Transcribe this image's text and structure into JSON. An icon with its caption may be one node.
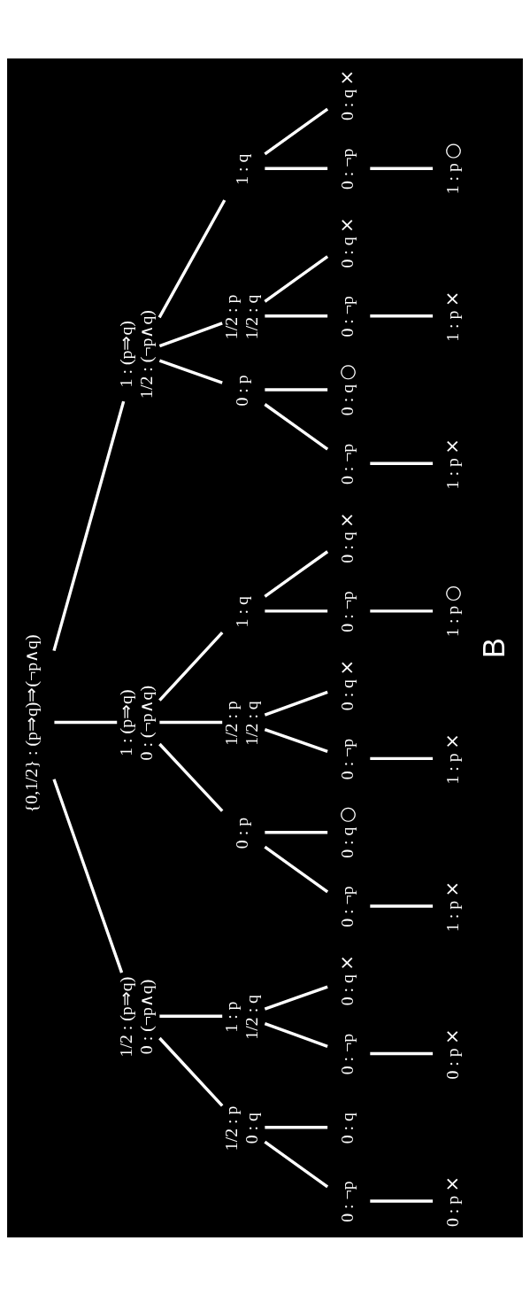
{
  "diagram": {
    "caption": "B",
    "nodes": [
      {
        "text": [
          "{0,1/2} : (p⇒q)⇒(¬p∧q)"
        ]
      },
      {
        "text": [
          "1/2 : (p⇒q)",
          "0 : (¬p∧q)"
        ]
      },
      {
        "text": [
          "1 : (p⇒q)",
          "0 : (¬p∧q)"
        ]
      },
      {
        "text": [
          "1 : (p⇒q)",
          "1/2 : (¬p∧q)"
        ]
      },
      {
        "text": [
          "1/2 : p",
          "0 : q"
        ]
      },
      {
        "text": [
          "1 : p",
          "1/2 : q"
        ]
      },
      {
        "text": [
          "0 : p"
        ]
      },
      {
        "text": [
          "1/2 : p",
          "1/2 : q"
        ]
      },
      {
        "text": [
          "1 : q"
        ]
      },
      {
        "text": [
          "0 : p"
        ]
      },
      {
        "text": [
          "1/2 : p",
          "1/2 : q"
        ]
      },
      {
        "text": [
          "1 : q"
        ]
      },
      {
        "text": [
          "0 : ¬p"
        ]
      },
      {
        "text": [
          "0 : q"
        ]
      },
      {
        "text": [
          "0 : ¬p"
        ]
      },
      {
        "text": [
          "0 : q"
        ],
        "beside": [
          "×"
        ]
      },
      {
        "text": [
          "0 : ¬p"
        ]
      },
      {
        "text": [
          "0 : q"
        ],
        "beside": [
          "○"
        ]
      },
      {
        "text": [
          "0 : ¬p"
        ]
      },
      {
        "text": [
          "0 : q"
        ],
        "beside": [
          "×"
        ]
      },
      {
        "text": [
          "0 : ¬p"
        ]
      },
      {
        "text": [
          "0 : q"
        ],
        "beside": [
          "×"
        ]
      },
      {
        "text": [
          "0 : ¬p"
        ]
      },
      {
        "text": [
          "0 : q"
        ],
        "beside": [
          "○"
        ]
      },
      {
        "text": [
          "0 : ¬p"
        ]
      },
      {
        "text": [
          "0 : q"
        ],
        "beside": [
          "×"
        ]
      },
      {
        "text": [
          "0 : ¬p"
        ]
      },
      {
        "text": [
          "0 : q"
        ],
        "beside": [
          "×"
        ]
      },
      {
        "text": [
          "0 : p"
        ],
        "beside": [
          "×"
        ]
      },
      {
        "text": [
          "0 : p"
        ],
        "beside": [
          "×"
        ]
      },
      {
        "text": [
          "1 : p"
        ],
        "beside": [
          "×"
        ]
      },
      {
        "text": [
          "1 : p"
        ],
        "beside": [
          "×"
        ]
      },
      {
        "text": [
          "1 : p"
        ],
        "beside": [
          "○"
        ]
      },
      {
        "text": [
          "1 : p"
        ],
        "beside": [
          "×"
        ]
      },
      {
        "text": [
          "1 : p"
        ],
        "beside": [
          "×"
        ]
      },
      {
        "text": [
          "1 : p"
        ],
        "beside": [
          "○"
        ]
      }
    ],
    "edges": [
      {
        "from": 0,
        "to": 1,
        "arrow": "none"
      },
      {
        "from": 0,
        "to": 2,
        "arrow": "none"
      },
      {
        "from": 0,
        "to": 3,
        "arrow": "none"
      },
      {
        "from": 1,
        "to": 4,
        "arrow": "none"
      },
      {
        "from": 1,
        "to": 5,
        "arrow": "none"
      },
      {
        "from": 2,
        "to": 6,
        "arrow": "none"
      },
      {
        "from": 2,
        "to": 7,
        "arrow": "none"
      },
      {
        "from": 2,
        "to": 8,
        "arrow": "none"
      },
      {
        "from": 3,
        "to": 9,
        "arrow": "none"
      },
      {
        "from": 3,
        "to": 10,
        "arrow": "none"
      },
      {
        "from": 3,
        "to": 11,
        "arrow": "none"
      },
      {
        "from": 4,
        "to": 12,
        "arrow": "none"
      },
      {
        "from": 4,
        "to": 13,
        "arrow": "none"
      },
      {
        "from": 5,
        "to": 14,
        "arrow": "none"
      },
      {
        "from": 5,
        "to": 15,
        "arrow": "none"
      },
      {
        "from": 6,
        "to": 16,
        "arrow": "none"
      },
      {
        "from": 6,
        "to": 17,
        "arrow": "none"
      },
      {
        "from": 7,
        "to": 18,
        "arrow": "none"
      },
      {
        "from": 7,
        "to": 19,
        "arrow": "none"
      },
      {
        "from": 8,
        "to": 20,
        "arrow": "none"
      },
      {
        "from": 8,
        "to": 21,
        "arrow": "none"
      },
      {
        "from": 9,
        "to": 22,
        "arrow": "none"
      },
      {
        "from": 9,
        "to": 23,
        "arrow": "none"
      },
      {
        "from": 10,
        "to": 24,
        "arrow": "none"
      },
      {
        "from": 10,
        "to": 25,
        "arrow": "none"
      },
      {
        "from": 11,
        "to": 26,
        "arrow": "none"
      },
      {
        "from": 11,
        "to": 27,
        "arrow": "none"
      },
      {
        "from": 12,
        "to": 28,
        "arrow": "none"
      },
      {
        "from": 14,
        "to": 29,
        "arrow": "none"
      },
      {
        "from": 16,
        "to": 30,
        "arrow": "none"
      },
      {
        "from": 18,
        "to": 31,
        "arrow": "none"
      },
      {
        "from": 20,
        "to": 32,
        "arrow": "none"
      },
      {
        "from": 22,
        "to": 33,
        "arrow": "none"
      },
      {
        "from": 24,
        "to": 34,
        "arrow": "none"
      },
      {
        "from": 26,
        "to": 35,
        "arrow": "none"
      }
    ]
  }
}
